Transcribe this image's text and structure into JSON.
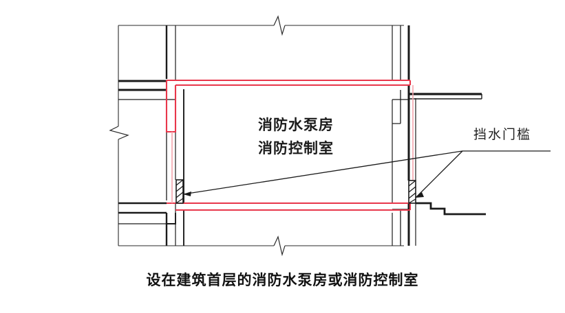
{
  "figure": {
    "title_caption": "设在建筑首层的消防水泵房或消防控制室",
    "room_label_line1": "消防水泵房",
    "room_label_line2": "消防控制室",
    "annotation_threshold": "挡水门槛",
    "colors": {
      "line": "#1a1a1a",
      "highlight": "#e8364a",
      "highlight_light": "#f4a3ab",
      "background": "#ffffff",
      "text": "#121212"
    },
    "elements": {
      "break_symbol_top": "break-line-symbol",
      "break_symbol_bottom": "break-line-symbol",
      "break_symbol_left": "break-line-symbol",
      "threshold_left": "hatched-threshold-block",
      "threshold_right": "hatched-threshold-block",
      "leader_lines": "annotation-leader-lines",
      "step_profile": "exterior-step-profile",
      "ledge_right": "exterior-ledge"
    }
  }
}
